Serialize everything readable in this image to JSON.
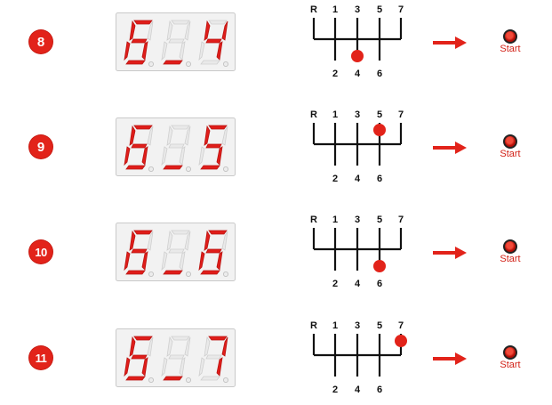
{
  "colors": {
    "accent": "#e2231a",
    "segment_on": "#e01d1a",
    "segment_off": "#e9e9e9",
    "display_bg": "#f2f2f2"
  },
  "gate_labels": {
    "top": [
      "R",
      "1",
      "3",
      "5",
      "7"
    ],
    "bottom": [
      "2",
      "4",
      "6"
    ]
  },
  "rows": [
    {
      "step": "8",
      "display": "6_4",
      "gear": "4",
      "start_label": "Start"
    },
    {
      "step": "9",
      "display": "6_5",
      "gear": "5",
      "start_label": "Start"
    },
    {
      "step": "10",
      "display": "6_6",
      "gear": "6",
      "start_label": "Start"
    },
    {
      "step": "11",
      "display": "6_7",
      "gear": "7",
      "start_label": "Start"
    }
  ]
}
